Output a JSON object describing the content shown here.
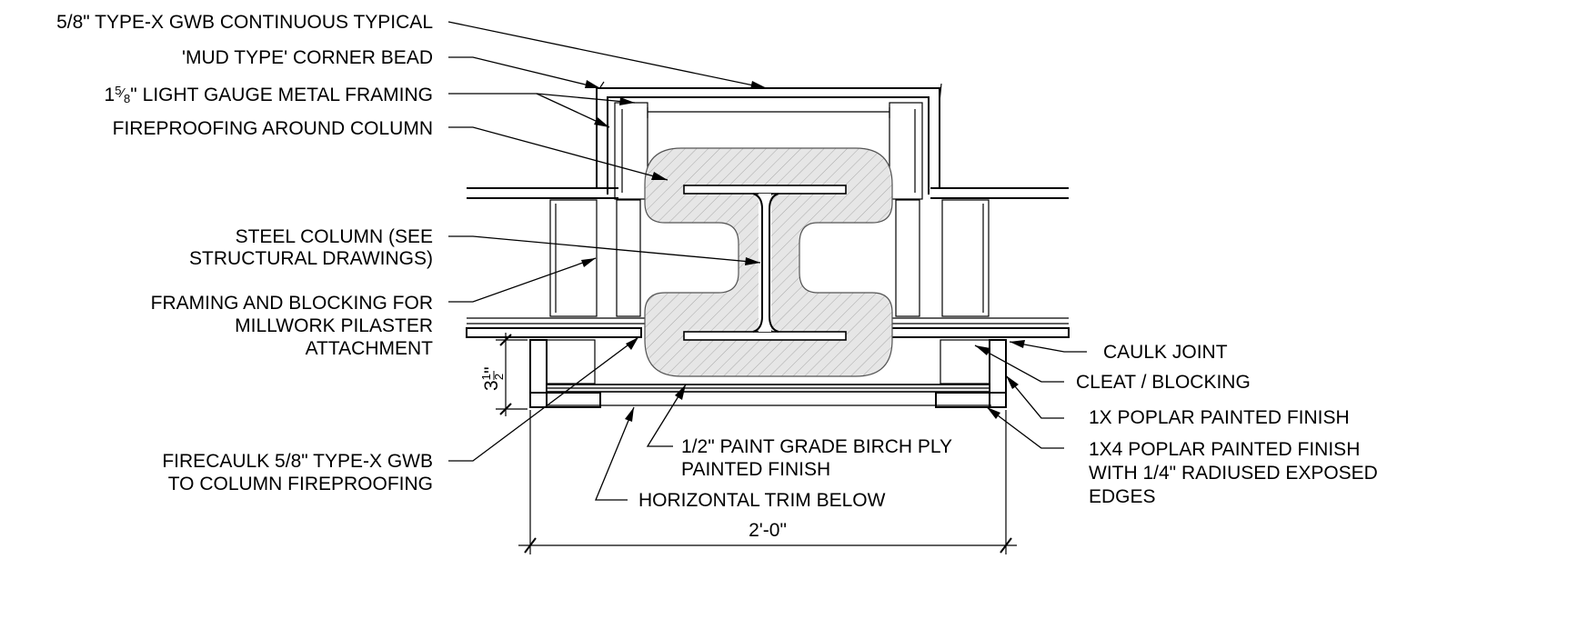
{
  "drawing": {
    "title": "",
    "labels_left": [
      "5/8\" TYPE-X GWB CONTINUOUS TYPICAL",
      "'MUD TYPE' CORNER BEAD",
      "LIGHT GAUGE METAL FRAMING",
      "FIREPROOFING AROUND COLUMN",
      "STEEL COLUMN (SEE",
      "STRUCTURAL DRAWINGS)",
      "FRAMING AND BLOCKING FOR",
      "MILLWORK PILASTER",
      "ATTACHMENT",
      "FIRECAULK 5/8\" TYPE-X GWB",
      "TO COLUMN FIREPROOFING"
    ],
    "framing_prefix": "1",
    "framing_frac_num": "5",
    "framing_frac_den": "8",
    "framing_inch": "\"",
    "labels_right": [
      "CAULK JOINT",
      "CLEAT / BLOCKING",
      "1X POPLAR PAINTED FINISH",
      "1X4 POPLAR PAINTED FINISH",
      "WITH 1/4\" RADIUSED EXPOSED",
      "EDGES"
    ],
    "labels_bottom": [
      "1/2\" PAINT GRADE BIRCH PLY",
      "PAINTED FINISH",
      "HORIZONTAL TRIM BELOW"
    ],
    "dim_width": "2'-0\"",
    "dim_height_whole": "3",
    "dim_height_num": "1",
    "dim_height_den": "2",
    "dim_height_inch": "\""
  }
}
